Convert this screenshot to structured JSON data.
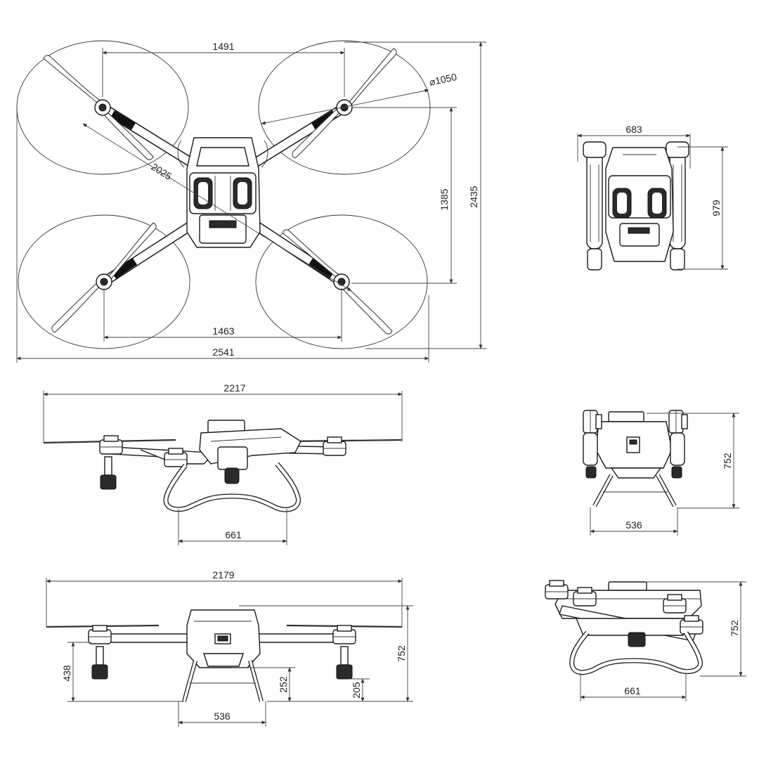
{
  "views": {
    "top": {
      "dims": {
        "prop_span_top": "1491",
        "prop_diameter": "⌀1050",
        "diagonal": "2025",
        "prop_span_bottom": "1463",
        "overall_width": "2541",
        "inner_height": "1385",
        "overall_height": "2435"
      }
    },
    "folded_top": {
      "dims": {
        "width": "683",
        "length": "979"
      }
    },
    "side": {
      "dims": {
        "span": "2217",
        "skid": "661"
      }
    },
    "folded_front": {
      "dims": {
        "height": "752",
        "skid": "536"
      }
    },
    "front": {
      "dims": {
        "span": "2179",
        "height": "752",
        "motor_height": "438",
        "tank_clear": "252",
        "ground_clear": "205",
        "skid": "536"
      }
    },
    "folded_side": {
      "dims": {
        "height": "752",
        "skid": "661"
      }
    }
  },
  "colors": {
    "line": "#333333",
    "fill": "#ffffff",
    "ink": "#222222"
  }
}
